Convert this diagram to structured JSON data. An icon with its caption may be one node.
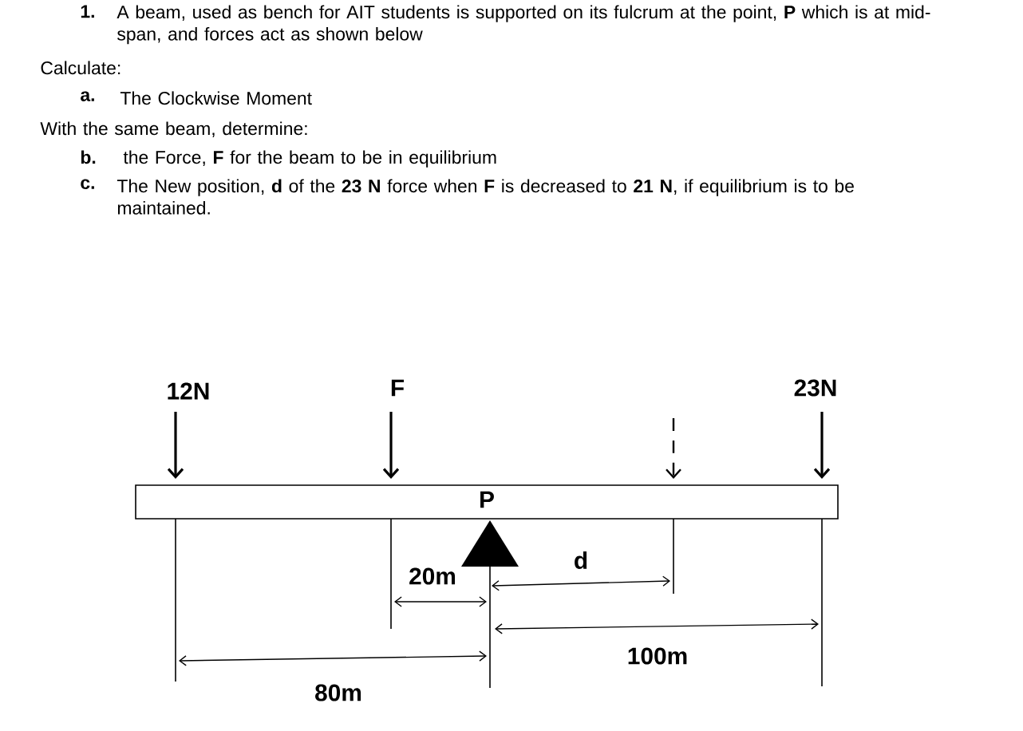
{
  "diagram": {
    "labels": [
      "1.",
      "A beam, used as bench for AIT students is supported on its fulcrum at the point, **P** which is at mid-span, and forces act as shown below",
      "Calculate:",
      "a.",
      "The Clockwise Moment",
      "With the same beam, determine:",
      "b.",
      "the Force, **F** for the beam to be in equilibrium",
      "c.",
      "The New position, **d** of the **23 N** force when **F** is decreased to **21 N**, if equilibrium is to be maintained.",
      "12N",
      "F",
      "23N",
      "P",
      "d",
      "20m",
      "100m",
      "80m"
    ]
  }
}
